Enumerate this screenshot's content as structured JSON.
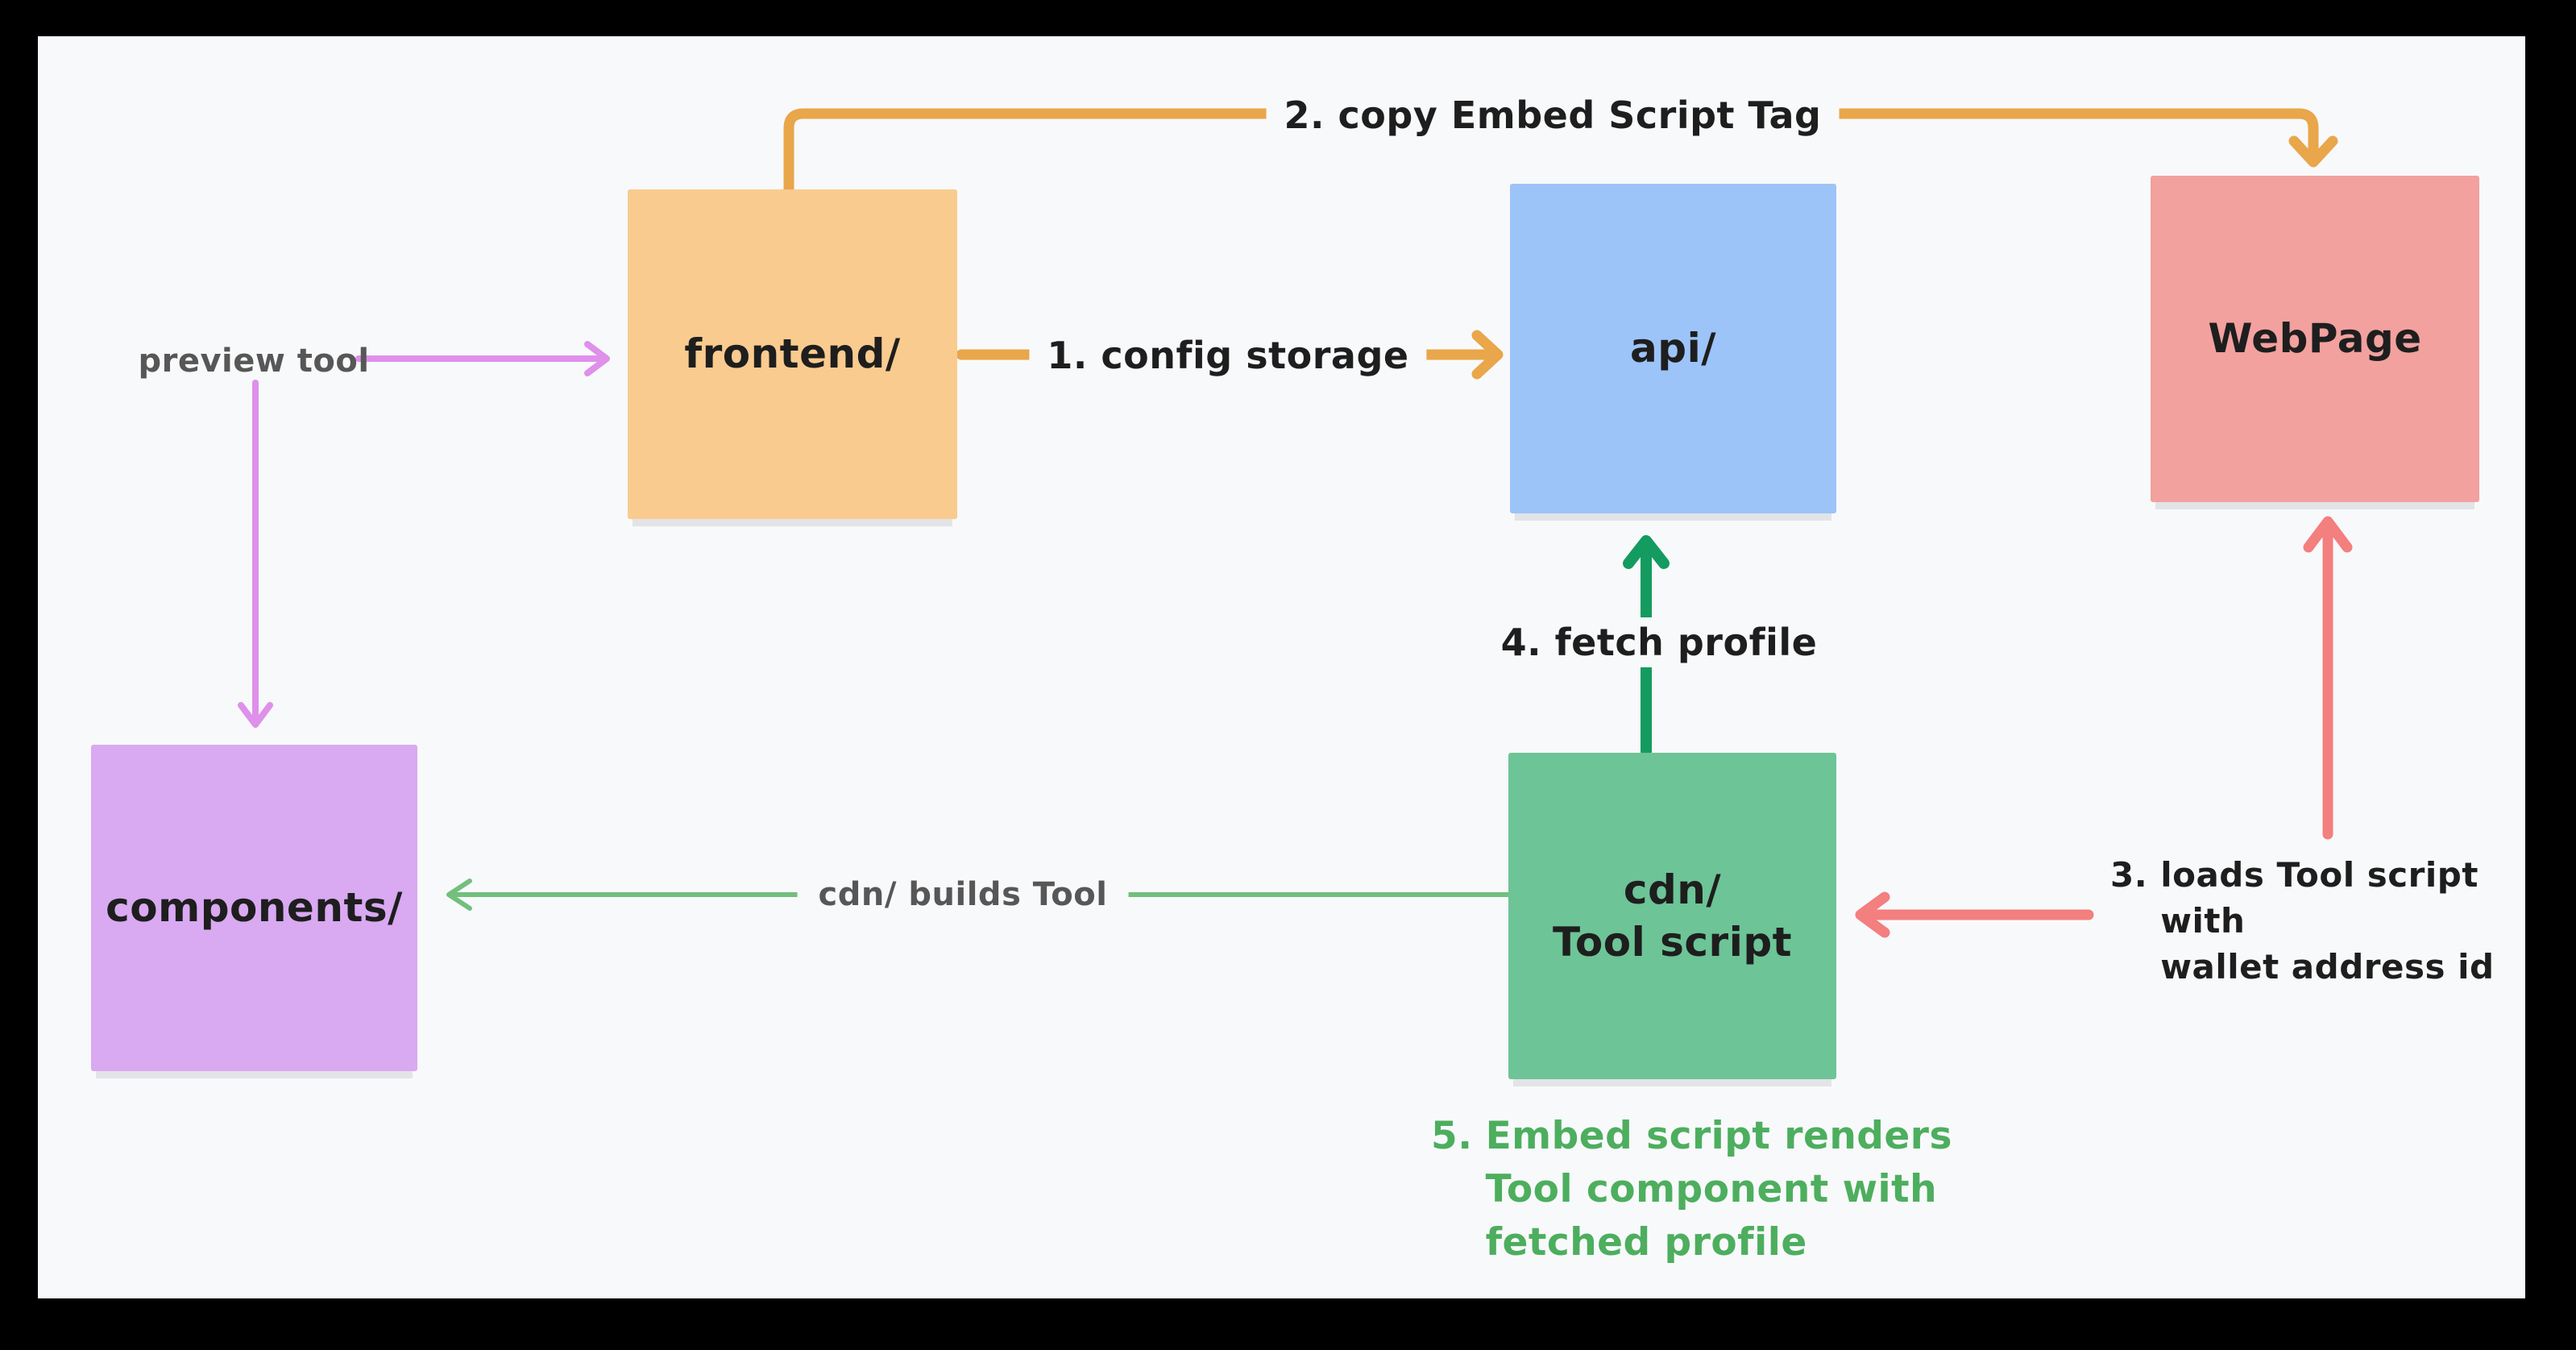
{
  "canvas": {
    "background": "#f8f9fb",
    "frame_color": "#000000"
  },
  "nodes": {
    "frontend": {
      "label": "frontend/",
      "fill": "#f9cb8f"
    },
    "api": {
      "label": "api/",
      "fill": "#9cc4f8"
    },
    "webpage": {
      "label": "WebPage",
      "fill": "#f2a19f"
    },
    "components": {
      "label": "components/",
      "fill": "#d9a9f2"
    },
    "cdn": {
      "label": "cdn/\nTool script",
      "fill": "#6dc497"
    }
  },
  "edges": {
    "config_storage": {
      "label": "1. config storage",
      "color": "#e9a64a"
    },
    "copy_embed_script": {
      "label": "2. copy Embed Script Tag",
      "color": "#e9a64a"
    },
    "loads_tool_script": {
      "number": "3.",
      "label": "loads Tool script\nwith\nwallet address id",
      "color": "#f37f7e"
    },
    "fetch_profile": {
      "label": "4. fetch profile",
      "color": "#149b5f"
    },
    "embed_script_renders": {
      "number": "5.",
      "label": "Embed script renders\nTool component with\nfetched profile",
      "color": "#4dae5e"
    },
    "preview_tool": {
      "label": "preview tool",
      "color": "#de90ea"
    },
    "cdn_builds_tool": {
      "label": "cdn/ builds Tool",
      "color": "#72bf7e"
    }
  },
  "text_colors": {
    "node_label": "#1e1e1e",
    "step_label": "#1e1e1e",
    "muted_label": "#575757"
  }
}
